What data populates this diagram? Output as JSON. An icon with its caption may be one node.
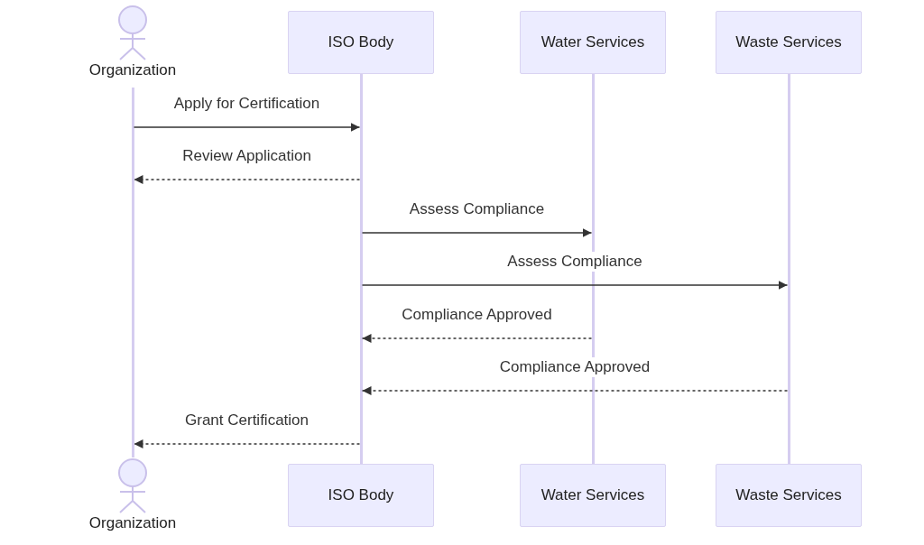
{
  "diagram": {
    "nodes": [
      {
        "text": [
          "Organization"
        ]
      },
      {
        "text": [
          "ISO Body"
        ]
      },
      {
        "text": [
          "Water Services"
        ]
      },
      {
        "text": [
          "Waste Services"
        ]
      },
      {
        "text": [],
        "shape": "bar"
      },
      {
        "text": [],
        "shape": "bar"
      },
      {
        "text": [],
        "shape": "bar"
      },
      {
        "text": [],
        "shape": "bar"
      },
      {
        "text": [
          "Organization"
        ]
      },
      {
        "text": [
          "ISO Body"
        ]
      },
      {
        "text": [
          "Water Services"
        ]
      },
      {
        "text": [
          "Waste Services"
        ]
      }
    ],
    "edges": [
      {
        "from": 4,
        "to": 5,
        "arrow": "to",
        "label": "Apply for Certification"
      },
      {
        "from": 5,
        "to": 4,
        "arrow": "to",
        "label": "Review Application",
        "style": "dashed"
      },
      {
        "from": 5,
        "to": 6,
        "arrow": "to",
        "label": "Assess Compliance"
      },
      {
        "from": 5,
        "to": 7,
        "arrow": "to",
        "label": "Assess Compliance"
      },
      {
        "from": 6,
        "to": 5,
        "arrow": "to",
        "label": "Compliance Approved",
        "style": "dashed"
      },
      {
        "from": 7,
        "to": 5,
        "arrow": "to",
        "label": "Compliance Approved",
        "style": "dashed"
      },
      {
        "from": 5,
        "to": 4,
        "arrow": "to",
        "label": "Grant Certification",
        "style": "dashed"
      }
    ]
  }
}
